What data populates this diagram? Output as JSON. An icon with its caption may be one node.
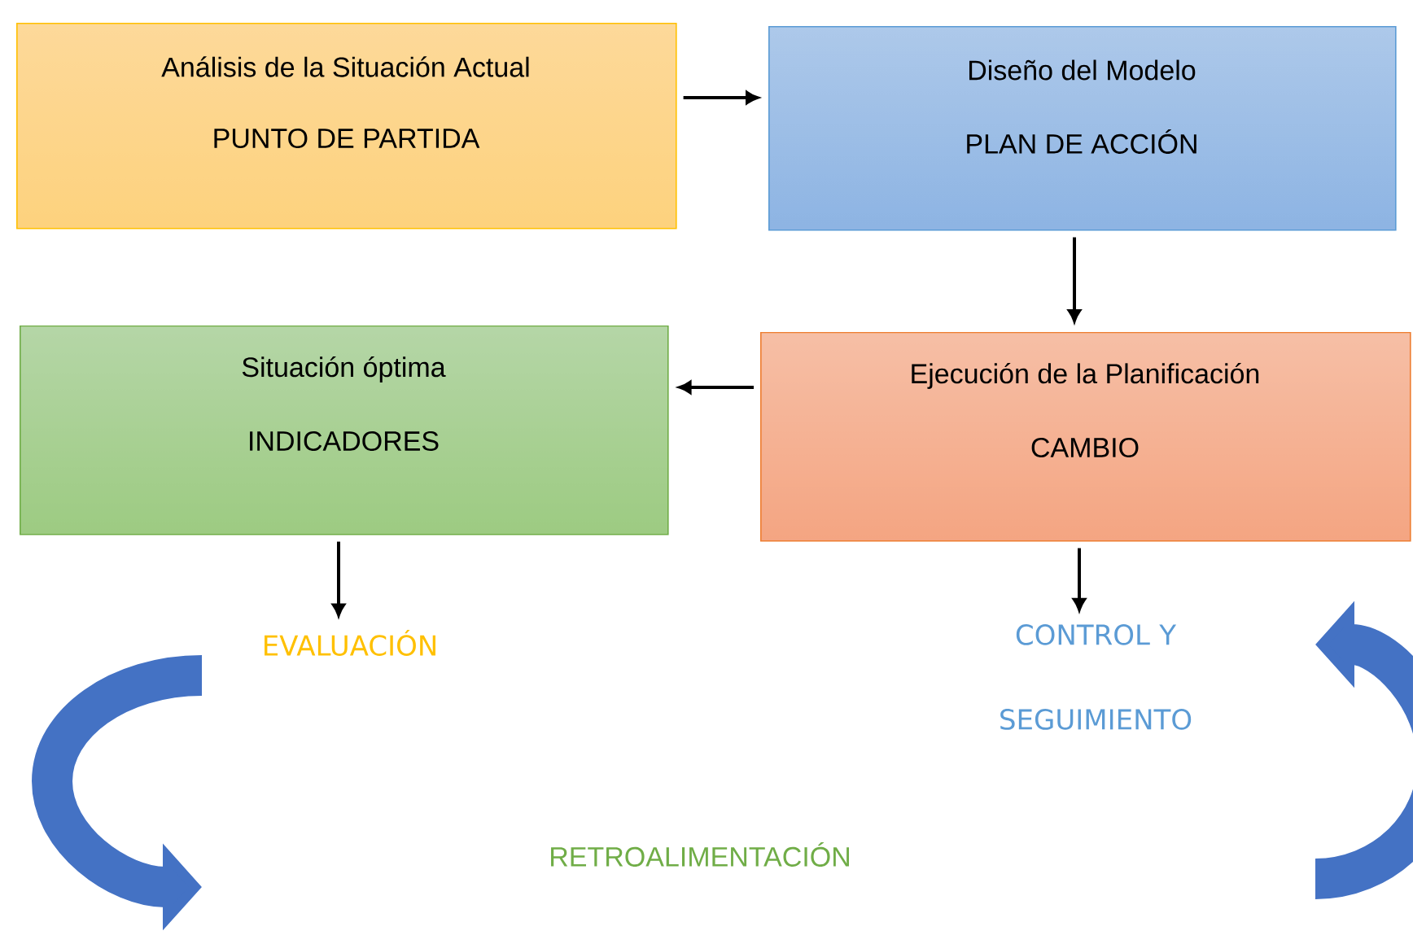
{
  "diagram": {
    "nodes": [
      {
        "text": [
          "Análisis de la Situación Actual",
          "PUNTO DE PARTIDA"
        ]
      },
      {
        "text": [
          "Diseño del Modelo",
          "PLAN DE ACCIÓN"
        ]
      },
      {
        "text": [
          "Situación óptima",
          "INDICADORES"
        ]
      },
      {
        "text": [
          "Ejecución de la Planificación",
          "CAMBIO"
        ]
      },
      {
        "text": [
          "EVALUACIÓN"
        ]
      },
      {
        "text": [
          "CONTROL Y SEGUIMIENTO"
        ]
      }
    ],
    "edges": [
      {
        "from": 0,
        "to": 1,
        "arrow": "to"
      },
      {
        "from": 1,
        "to": 3,
        "arrow": "to"
      },
      {
        "from": 3,
        "to": 2,
        "arrow": "to"
      },
      {
        "from": 2,
        "to": 4,
        "arrow": "to"
      },
      {
        "from": 3,
        "to": 5,
        "arrow": "to"
      }
    ],
    "labels": [
      "RETROALIMENTACIÓN"
    ]
  }
}
